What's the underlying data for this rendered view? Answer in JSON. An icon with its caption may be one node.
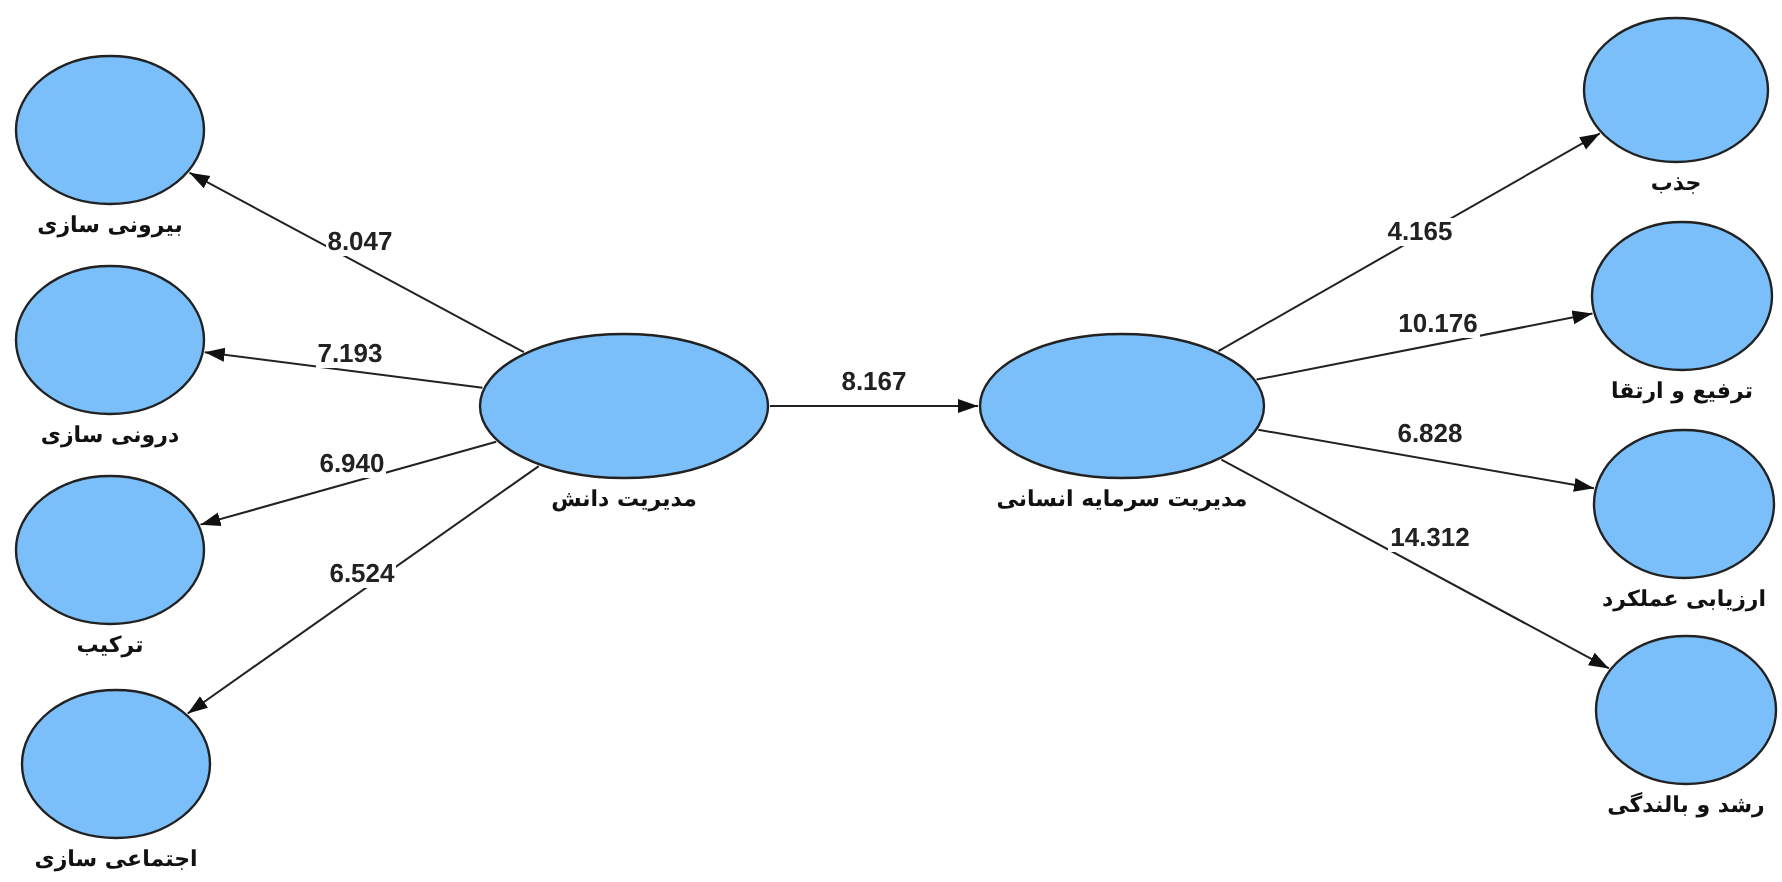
{
  "diagram": {
    "nodes": [
      {
        "text": [
          "بیرونی سازی"
        ]
      },
      {
        "text": [
          "درونی سازی"
        ]
      },
      {
        "text": [
          "ترکیب"
        ]
      },
      {
        "text": [
          "اجتماعی سازی"
        ]
      },
      {
        "text": [
          "مدیریت دانش"
        ]
      },
      {
        "text": [
          "مدیریت سرمایه انسانی"
        ]
      },
      {
        "text": [
          "جذب"
        ]
      },
      {
        "text": [
          "ترفیع و ارتقا"
        ]
      },
      {
        "text": [
          "ارزیابی عملکرد"
        ]
      },
      {
        "text": [
          "رشد و بالندگی"
        ]
      }
    ],
    "edges": [
      {
        "from": 4,
        "to": 0,
        "arrow": "to",
        "label": "8.047"
      },
      {
        "from": 4,
        "to": 1,
        "arrow": "to",
        "label": "7.193"
      },
      {
        "from": 4,
        "to": 2,
        "arrow": "to",
        "label": "6.940"
      },
      {
        "from": 4,
        "to": 3,
        "arrow": "to",
        "label": "6.524"
      },
      {
        "from": 4,
        "to": 5,
        "arrow": "to",
        "label": "8.167"
      },
      {
        "from": 5,
        "to": 6,
        "arrow": "to",
        "label": "4.165"
      },
      {
        "from": 5,
        "to": 7,
        "arrow": "to",
        "label": "10.176"
      },
      {
        "from": 5,
        "to": 8,
        "arrow": "to",
        "label": "6.828"
      },
      {
        "from": 5,
        "to": 9,
        "arrow": "to",
        "label": "14.312"
      }
    ]
  }
}
